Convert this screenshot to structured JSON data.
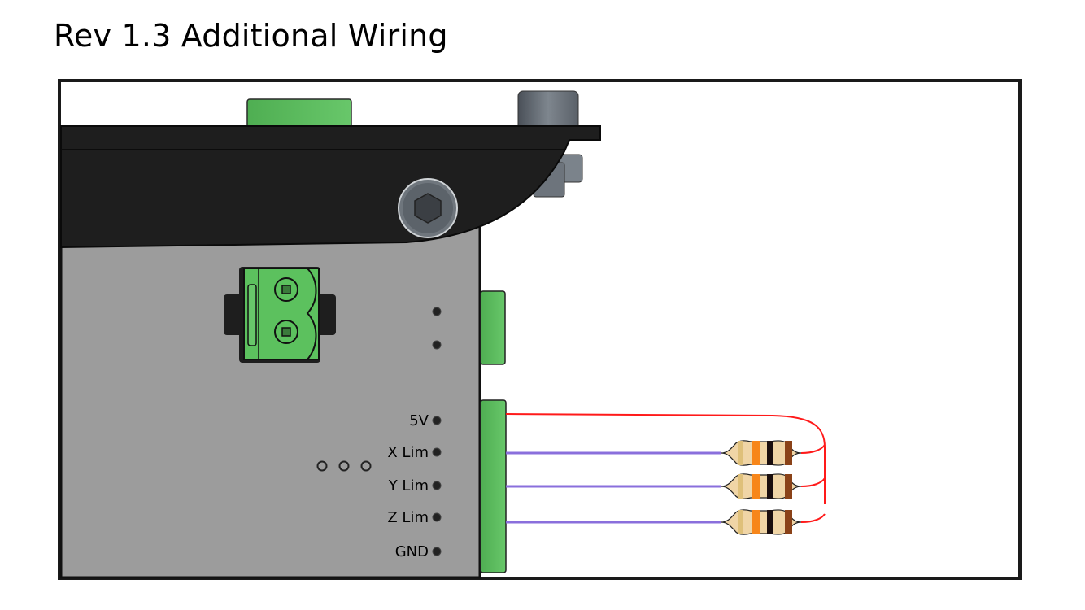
{
  "title": "Rev 1.3 Additional Wiring",
  "pins": [
    {
      "label": "5V",
      "wire": "red"
    },
    {
      "label": "X Lim",
      "wire": "purple"
    },
    {
      "label": "Y Lim",
      "wire": "purple"
    },
    {
      "label": "Z Lim",
      "wire": "purple"
    },
    {
      "label": "GND",
      "wire": "none"
    }
  ],
  "resistors": [
    {
      "connects": "X Lim",
      "bands": [
        "#dfc07a",
        "#f7861a",
        "#1a0e0e",
        "#8a4218"
      ]
    },
    {
      "connects": "Y Lim",
      "bands": [
        "#dfc07a",
        "#f7861a",
        "#1a0e0e",
        "#8a4218"
      ]
    },
    {
      "connects": "Z Lim",
      "bands": [
        "#dfc07a",
        "#f7861a",
        "#1a0e0e",
        "#8a4218"
      ]
    }
  ],
  "colors": {
    "board": "#9c9c9c",
    "bracket": "#1e1e1e",
    "connector": "#5cc15e",
    "wire_power": "#ff1a1a",
    "wire_signal": "#8a6fdc",
    "resistor_body": "#f0d5a6",
    "frame": "#1a1a1a"
  }
}
